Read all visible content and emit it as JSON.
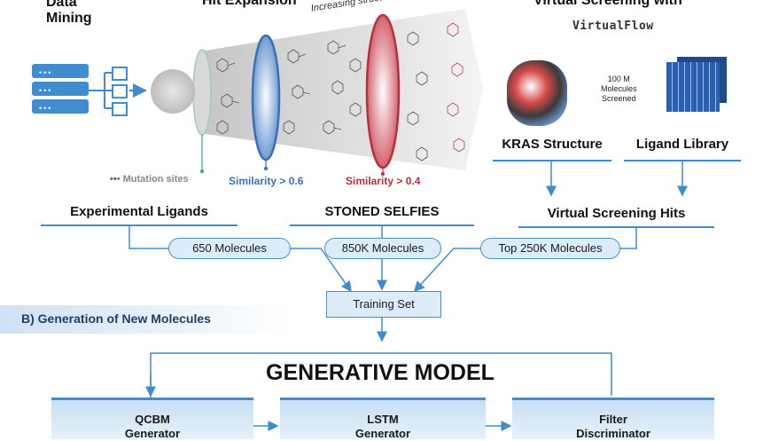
{
  "section_a": {
    "data_mining": "Data\nMining",
    "hit_expansion": "Hit Expansion",
    "virtual_screening": "Virtual Screening with",
    "virtualflow_logo": "VirtualFlow",
    "increasing_diversity": "Increasing structural diversity",
    "mutation_sites": "Mutation sites",
    "similarity_06": "Similarity > 0.6",
    "similarity_04": "Similarity > 0.4",
    "molecules_screened": "100 M\nMolecules\nScreened",
    "kras_structure": "KRAS Structure",
    "ligand_library": "Ligand Library"
  },
  "sources": {
    "experimental_ligands": "Experimental Ligands",
    "stoned_selfies": "STONED SELFIES",
    "vs_hits": "Virtual Screening Hits"
  },
  "counts": {
    "c650": "650 Molecules",
    "c850k": "850K Molecules",
    "top250k": "Top 250K Molecules"
  },
  "training_set": "Training Set",
  "section_b": {
    "title": "B) Generation of New Molecules",
    "generative_model": "GENERATIVE MODEL",
    "qcbm": "QCBM\nGenerator",
    "lstm": "LSTM\nGenerator",
    "filter": "Filter\nDiscriminator"
  },
  "colors": {
    "accent_blue": "#3f8dd0",
    "similarity_blue": "#3b6fb6",
    "similarity_red": "#b8303e",
    "mutation_green": "#3aa37a"
  }
}
